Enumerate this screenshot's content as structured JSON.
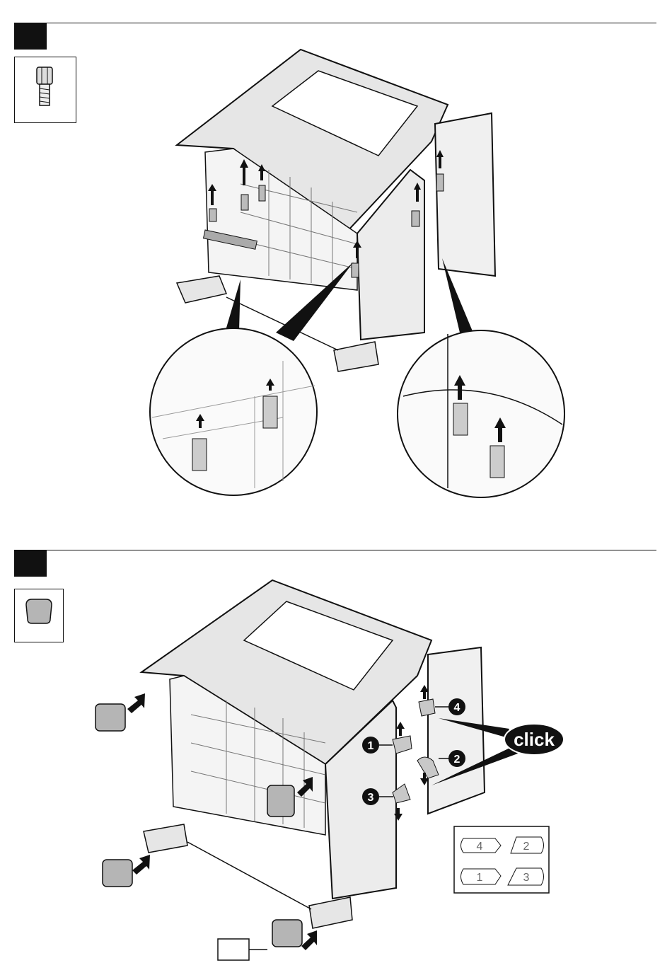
{
  "step1": {
    "part_icon": "threaded-post-icon"
  },
  "step2": {
    "part_icon": "end-cap-icon",
    "click_label": "click",
    "callouts": [
      "1",
      "2",
      "3",
      "4"
    ],
    "legend": [
      "4",
      "2",
      "1",
      "3"
    ]
  },
  "colors": {
    "ink": "#111111",
    "cap_fill": "#b5b5b5",
    "panel": "#f2f2f2"
  }
}
